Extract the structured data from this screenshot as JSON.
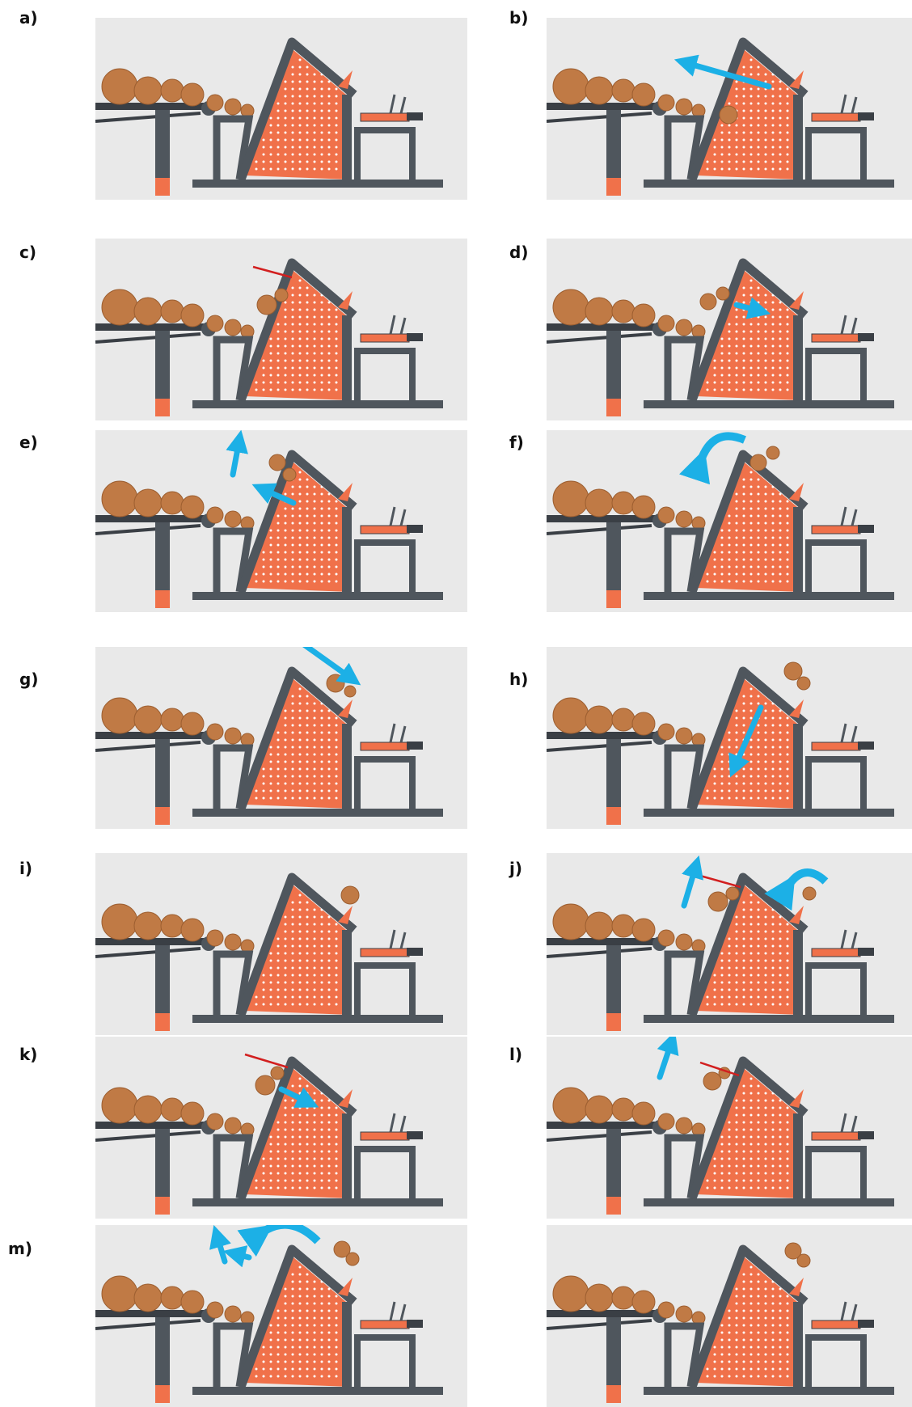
{
  "figure": {
    "panel_labels": [
      "a)",
      "b)",
      "c)",
      "d)",
      "e)",
      "f)",
      "g)",
      "h)",
      "i)",
      "j)",
      "k)",
      "l)",
      "m)",
      ""
    ],
    "colors": {
      "background": "#e9e9e9",
      "frame": "#4f565d",
      "frame_dark": "#3a3f45",
      "plate": "#f0714a",
      "plate_holes": "#ffffff",
      "log": "#c07a45",
      "log_shadow": "#9c5e30",
      "foot": "#f0714a",
      "motion_arrow": "#1cb0e6",
      "force_line": "#d21f1f"
    },
    "icon_names": [
      "cyan-motion-arrow-icon",
      "cyan-curved-arrow-icon",
      "red-indicator-line-icon"
    ]
  }
}
